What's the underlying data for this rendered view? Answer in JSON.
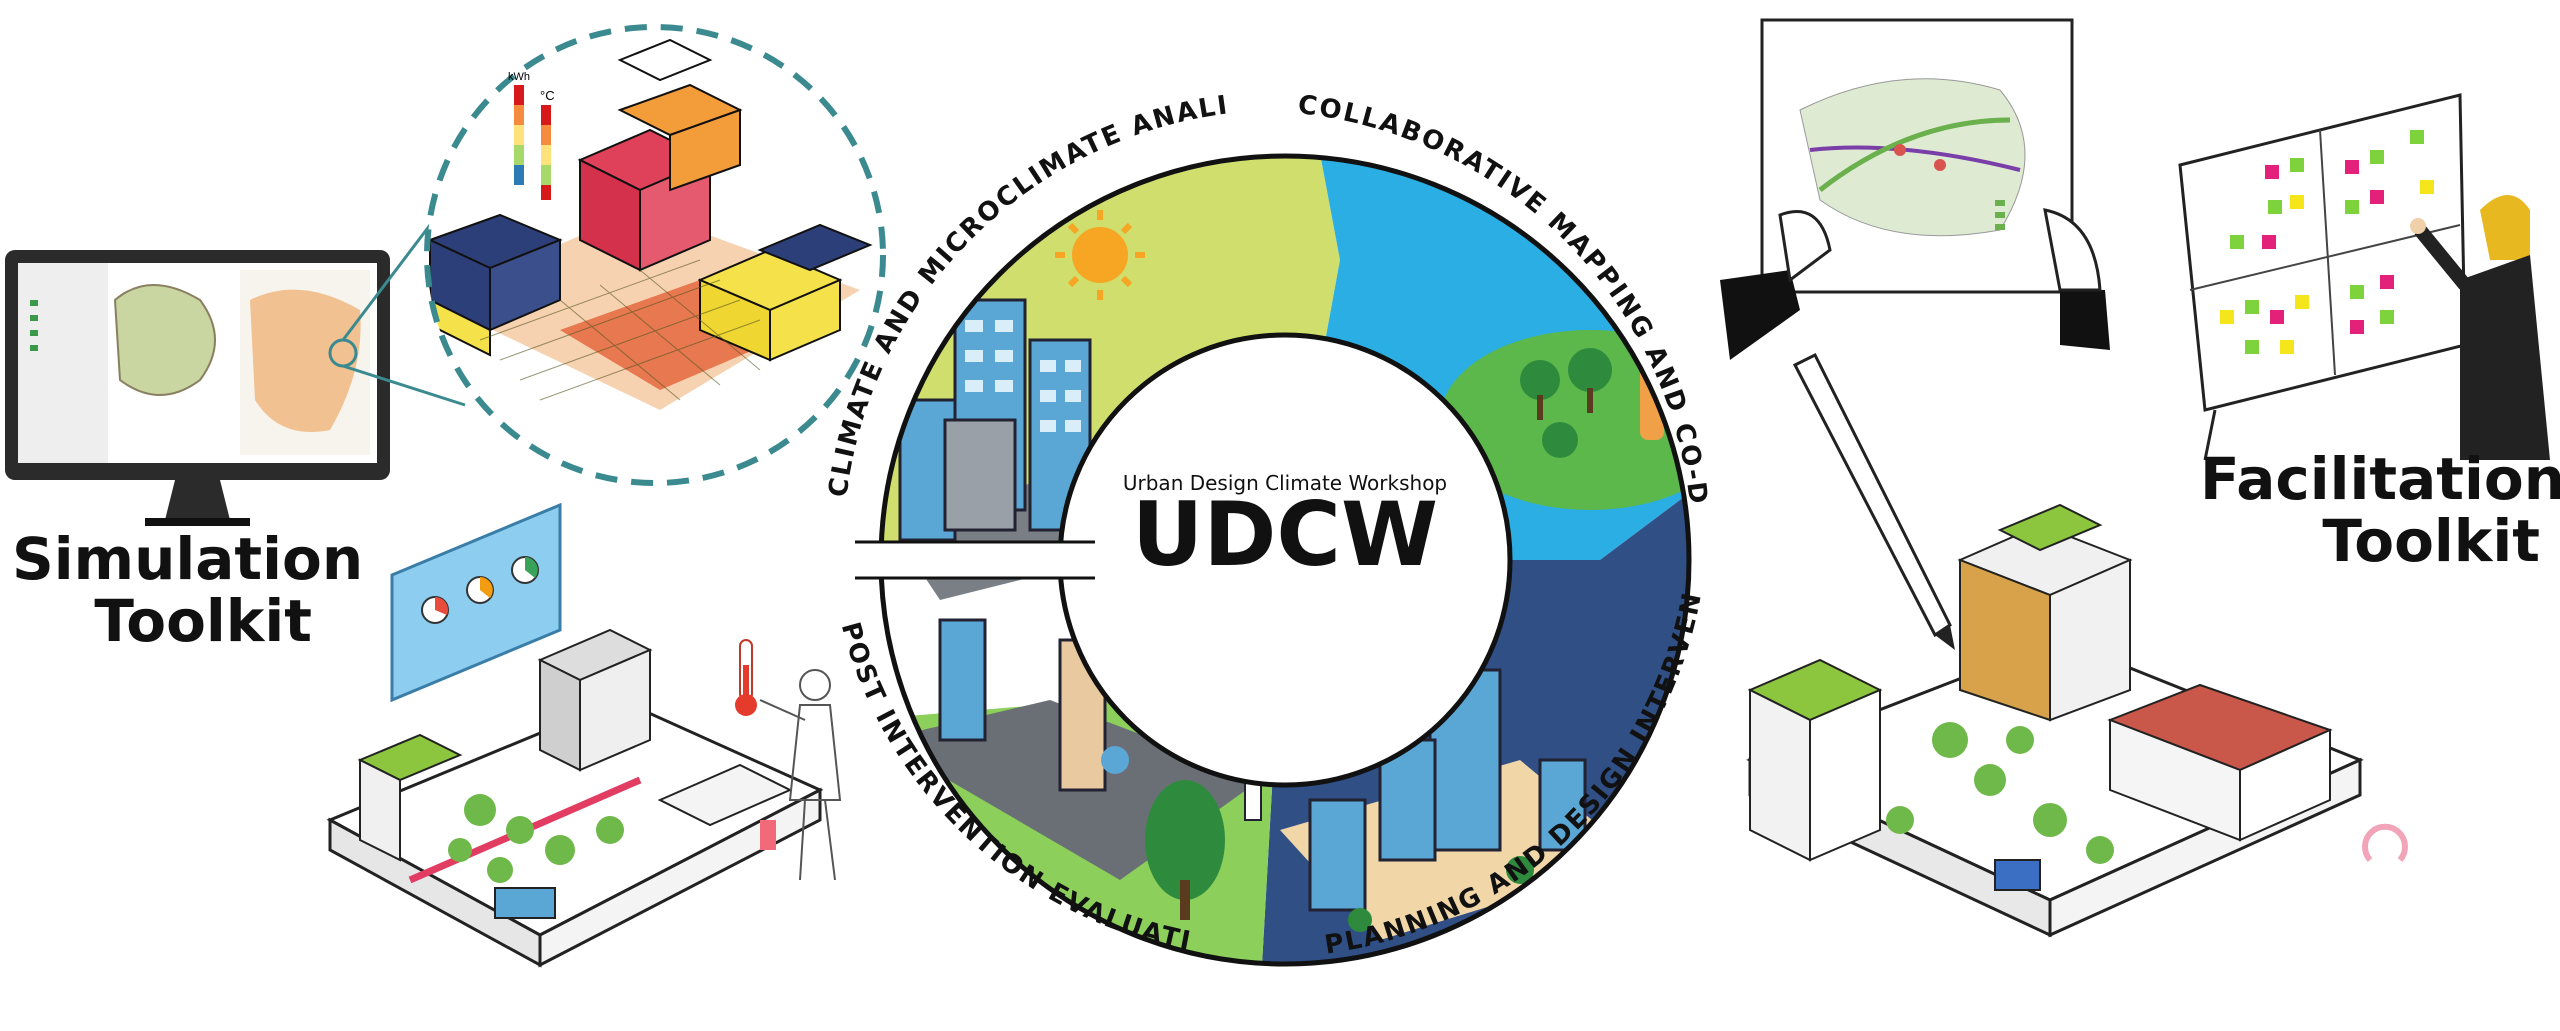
{
  "center": {
    "subtitle": "Urban Design Climate Workshop",
    "title": "UDCW"
  },
  "segments": [
    {
      "id": "climate",
      "label": "CLIMATE AND MICROCLIMATE ANALISYS",
      "color": "#cfde6c"
    },
    {
      "id": "mapping",
      "label": "COLLABORATIVE MAPPING AND CO-DESIGN",
      "color": "#2aaee3"
    },
    {
      "id": "planning",
      "label": "PLANNING AND DESIGN INTERVENTION",
      "color": "#2f4f85"
    },
    {
      "id": "evaluation",
      "label": "POST INTERVENTION EVALUATION",
      "color": "#8ccf5a"
    }
  ],
  "toolkits": {
    "simulation": {
      "line1": "Simulation",
      "line2": "Toolkit"
    },
    "facilitation": {
      "line1": "Facilitation",
      "line2": "Toolkit"
    }
  },
  "zoom_legend": {
    "unit1": "kWh",
    "unit2": "°C"
  },
  "colors": {
    "teal_dash": "#3a8a8f",
    "building_blue": "#5aa7d6",
    "sun": "#f6a623",
    "sticky_green": "#7ed23b",
    "sticky_pink": "#e4217a",
    "sticky_yellow": "#f4e61a"
  },
  "icons": [
    "monitor-icon",
    "sun-icon",
    "thermometer-icon",
    "pen-icon",
    "hand-icon",
    "pie-chart-icon"
  ]
}
